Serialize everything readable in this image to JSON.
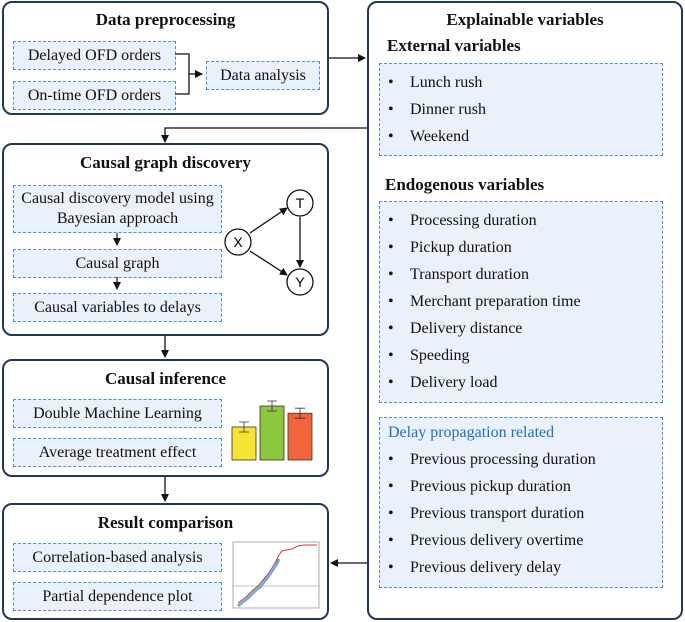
{
  "preprocessing": {
    "title": "Data preprocessing",
    "delayed": "Delayed OFD orders",
    "ontime": "On-time OFD orders",
    "analysis": "Data analysis"
  },
  "causal_graph": {
    "title": "Causal graph discovery",
    "model": "Causal discovery model using Bayesian approach",
    "graph": "Causal graph",
    "variables": "Causal variables to delays",
    "nodes": {
      "x": "X",
      "t": "T",
      "y": "Y"
    }
  },
  "inference": {
    "title": "Causal inference",
    "dml": "Double Machine Learning",
    "ate": "Average treatment effect",
    "bars": [
      {
        "value": 0.55,
        "color": "#f5e532"
      },
      {
        "value": 0.9,
        "color": "#8dc63f"
      },
      {
        "value": 0.78,
        "color": "#f0653a"
      }
    ]
  },
  "result": {
    "title": "Result comparison",
    "correlation": "Correlation-based analysis",
    "pdp": "Partial dependence plot"
  },
  "explainable": {
    "title": "Explainable variables",
    "external_title": "External variables",
    "external": [
      "Lunch rush",
      "Dinner rush",
      "Weekend"
    ],
    "endogenous_title": "Endogenous variables",
    "endogenous": [
      "Processing duration",
      "Pickup duration",
      "Transport duration",
      "Merchant preparation time",
      "Delivery distance",
      "Speeding",
      "Delivery load"
    ],
    "delay_title": "Delay propagation related",
    "delay": [
      "Previous processing duration",
      "Previous pickup duration",
      "Previous transport duration",
      "Previous delivery overtime",
      "Previous delivery delay"
    ]
  },
  "colors": {
    "border": "#1f3a57",
    "dashed": "#4a8fd6",
    "fill": "#eaf1fa",
    "accent": "#1f6fb5"
  }
}
